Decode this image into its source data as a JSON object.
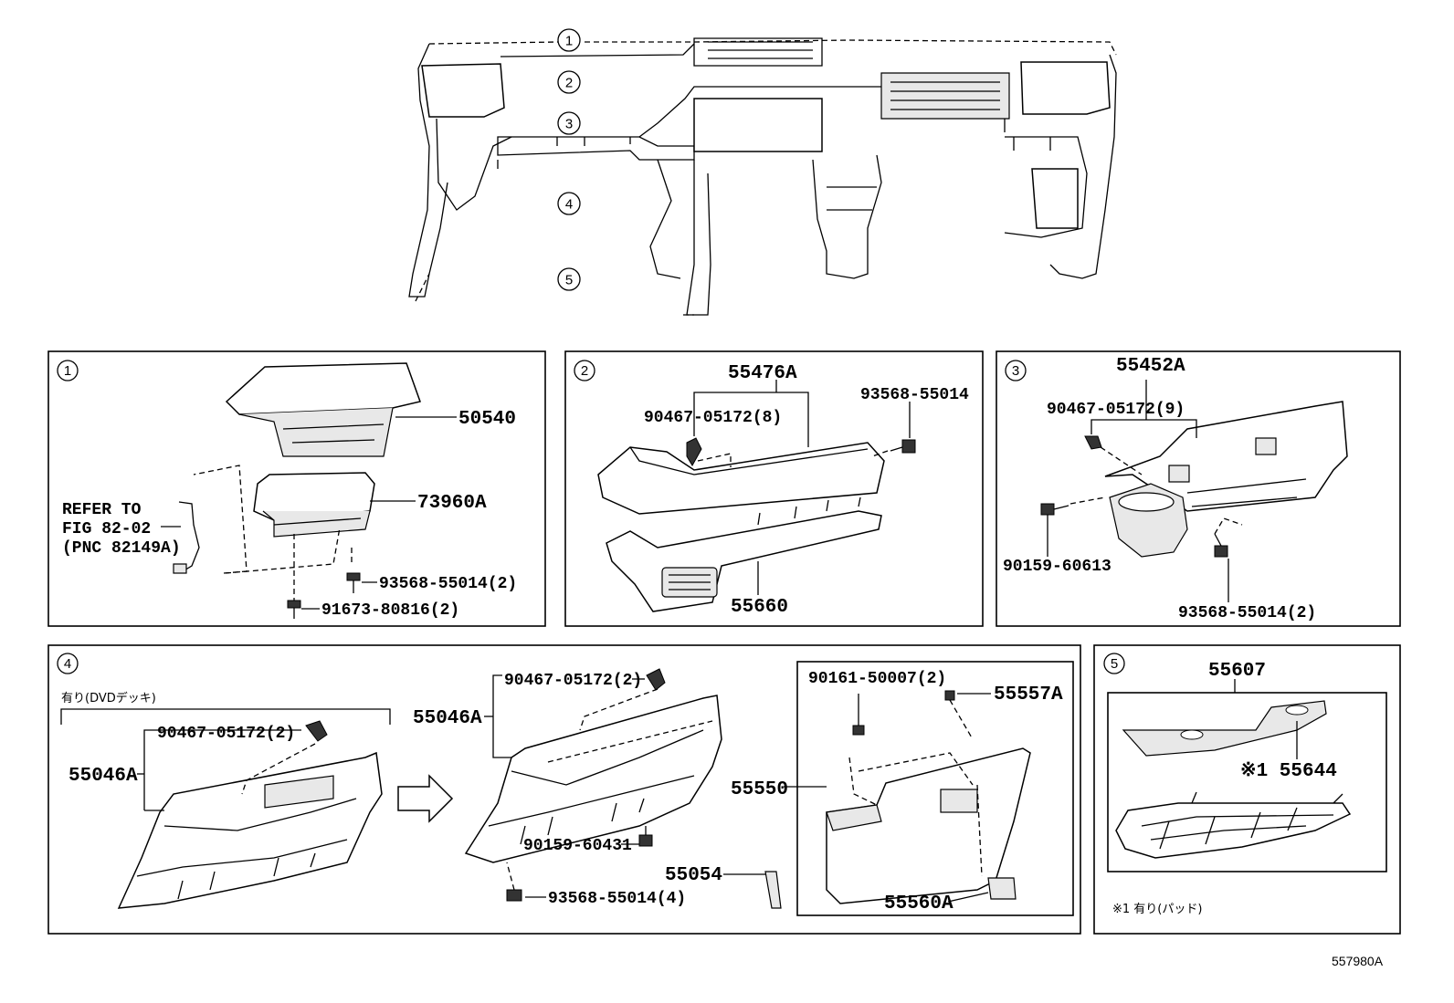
{
  "figure_id": "557980A",
  "overview": {
    "callouts": [
      "1",
      "2",
      "3",
      "4",
      "5"
    ]
  },
  "panel1": {
    "circle": "1",
    "labels": {
      "p50540": "50540",
      "p73960a": "73960A",
      "p93568": "93568-55014(2)",
      "p91673": "91673-80816(2)",
      "refer_line1": "REFER TO",
      "refer_line2": "FIG 82-02",
      "refer_line3": "(PNC 82149A)"
    }
  },
  "panel2": {
    "circle": "2",
    "labels": {
      "p55476a": "55476A",
      "p90467": "90467-05172(8)",
      "p93568": "93568-55014",
      "p55660": "55660"
    }
  },
  "panel3": {
    "circle": "3",
    "labels": {
      "p55452a": "55452A",
      "p90467": "90467-05172(9)",
      "p90159": "90159-60613",
      "p93568": "93568-55014(2)"
    }
  },
  "panel4": {
    "circle": "4",
    "note": "有り(DVDデッキ)",
    "labels": {
      "p90467_left": "90467-05172(2)",
      "p55046a_left": "55046A",
      "p90467_right": "90467-05172(2)",
      "p55046a_right": "55046A",
      "p90159": "90159-60431",
      "p93568": "93568-55014(4)",
      "p55054": "55054",
      "p90161": "90161-50007(2)",
      "p55557a": "55557A",
      "p55550": "55550",
      "p55560a": "55560A"
    }
  },
  "panel5": {
    "circle": "5",
    "labels": {
      "p55607": "55607",
      "p55644": "※1 55644",
      "footnote": "※1 有り(パッド)"
    }
  }
}
